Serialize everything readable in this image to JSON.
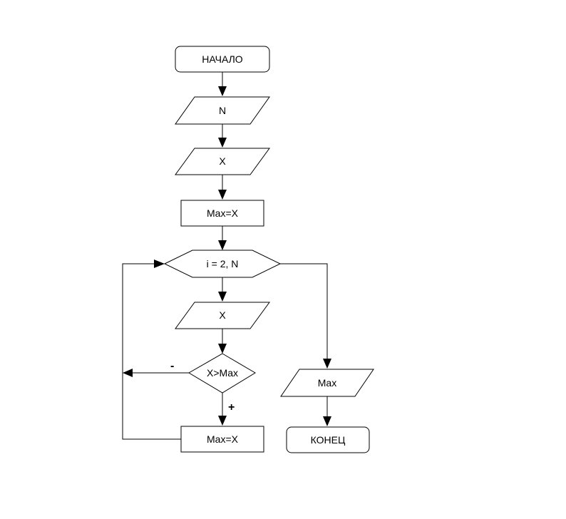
{
  "diagram": {
    "nodes": [
      {
        "id": "start",
        "shape": "terminator",
        "label": "НАЧАЛО"
      },
      {
        "id": "input-n",
        "shape": "input-output",
        "label": "N"
      },
      {
        "id": "input-x-first",
        "shape": "input-output",
        "label": "X"
      },
      {
        "id": "assign-max-first",
        "shape": "process",
        "label": "Max=X"
      },
      {
        "id": "loop",
        "shape": "loop",
        "label": "i = 2, N"
      },
      {
        "id": "input-x-loop",
        "shape": "input-output",
        "label": "X"
      },
      {
        "id": "decision",
        "shape": "decision",
        "label": "X>Max"
      },
      {
        "id": "assign-max-loop",
        "shape": "process",
        "label": "Max=X"
      },
      {
        "id": "output-max",
        "shape": "input-output",
        "label": "Max"
      },
      {
        "id": "end",
        "shape": "terminator",
        "label": "КОНЕЦ"
      }
    ],
    "edges": [
      {
        "id": "start-to-input-n",
        "from": "start",
        "to": "input-n",
        "label": ""
      },
      {
        "id": "input-n-to-input-x",
        "from": "input-n",
        "to": "input-x-first",
        "label": ""
      },
      {
        "id": "input-x-to-assign",
        "from": "input-x-first",
        "to": "assign-max-first",
        "label": ""
      },
      {
        "id": "assign-to-loop",
        "from": "assign-max-first",
        "to": "loop",
        "label": ""
      },
      {
        "id": "loop-to-input-x",
        "from": "loop",
        "to": "input-x-loop",
        "label": ""
      },
      {
        "id": "input-x-to-decision",
        "from": "input-x-loop",
        "to": "decision",
        "label": ""
      },
      {
        "id": "decision-yes",
        "from": "decision",
        "to": "assign-max-loop",
        "label": "+"
      },
      {
        "id": "decision-no",
        "from": "decision",
        "to": "loop",
        "label": "-"
      },
      {
        "id": "assign-back-to-loop",
        "from": "assign-max-loop",
        "to": "loop",
        "label": ""
      },
      {
        "id": "loop-exit-to-output",
        "from": "loop",
        "to": "output-max",
        "label": ""
      },
      {
        "id": "output-to-end",
        "from": "output-max",
        "to": "end",
        "label": ""
      }
    ]
  }
}
